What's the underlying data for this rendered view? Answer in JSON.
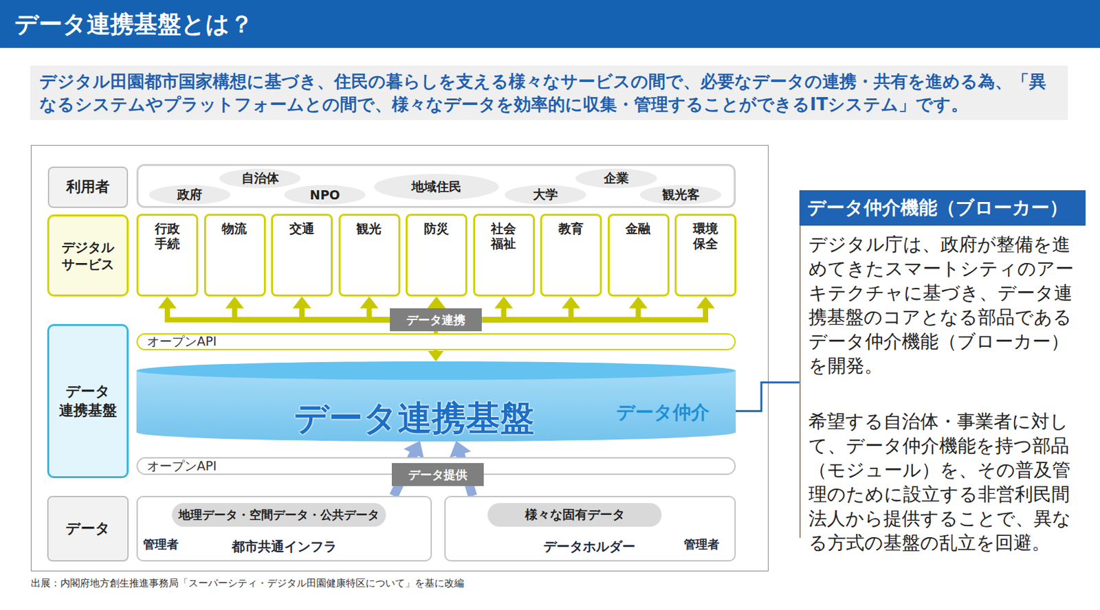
{
  "diagram": {
    "title": "データ連携基盤とは？",
    "caption": "出展：内閣府地方創生推進事務局「スーパーシティ・デジタル田園健康特区について」を基に改編",
    "nodes": [
      {
        "text": [
          "デジタル田園都市国家構想に基づき、住民の暮らしを支える様々なサービスの間で、必要なデータの連携・共有を進める為、「異なるシステムやプラットフォームとの間で、様々なデータを効率的に収集・管理することができるITシステム」です。"
        ]
      },
      {
        "text": [
          "利用者"
        ]
      },
      {
        "text": [
          "自治体"
        ]
      },
      {
        "text": [
          "政府"
        ]
      },
      {
        "text": [
          "NPO"
        ]
      },
      {
        "text": [
          "地域住民"
        ]
      },
      {
        "text": [
          "大学"
        ]
      },
      {
        "text": [
          "企業"
        ]
      },
      {
        "text": [
          "観光客"
        ]
      },
      {
        "text": [
          "デジタル サービス"
        ]
      },
      {
        "text": [
          "行政 手続"
        ]
      },
      {
        "text": [
          "物流"
        ]
      },
      {
        "text": [
          "交通"
        ]
      },
      {
        "text": [
          "観光"
        ]
      },
      {
        "text": [
          "防災"
        ]
      },
      {
        "text": [
          "社会 福祉"
        ]
      },
      {
        "text": [
          "教育"
        ]
      },
      {
        "text": [
          "金融"
        ]
      },
      {
        "text": [
          "環境 保全"
        ]
      },
      {
        "text": [
          "データ連携"
        ]
      },
      {
        "text": [
          "データ 連携基盤"
        ]
      },
      {
        "text": [
          "オープンAPI"
        ]
      },
      {
        "text": [
          "データ連携基盤",
          "データ仲介"
        ]
      },
      {
        "text": [
          "オープンAPI"
        ]
      },
      {
        "text": [
          "データ提供"
        ]
      },
      {
        "text": [
          "データ"
        ]
      },
      {
        "text": [
          "管理者",
          "都市共通インフラ"
        ]
      },
      {
        "text": [
          "地理データ・空間データ・公共データ"
        ],
        "in": 26
      },
      {
        "text": [
          "データホルダー",
          "管理者"
        ]
      },
      {
        "text": [
          "様々な固有データ"
        ],
        "in": 28
      },
      {
        "text": [
          "データ仲介機能（ブローカー）",
          "デジタル庁は、政府が整備を進めてきたスマートシティのアーキテクチャに基づき、データ連携基盤のコアとなる部品であるデータ仲介機能（ブローカー）を開発。",
          "希望する自治体・事業者に対して、データ仲介機能を持つ部品（モジュール）を、その普及管理のために設立する非営利民間法人から提供することで、異なる方式の基盤の乱立を回避。"
        ]
      }
    ],
    "edges": [
      {
        "from": 19,
        "to": 10,
        "arrow": "to"
      },
      {
        "from": 19,
        "to": 11,
        "arrow": "to"
      },
      {
        "from": 19,
        "to": 12,
        "arrow": "to"
      },
      {
        "from": 19,
        "to": 13,
        "arrow": "to"
      },
      {
        "from": 19,
        "to": 14,
        "arrow": "to"
      },
      {
        "from": 19,
        "to": 15,
        "arrow": "to"
      },
      {
        "from": 19,
        "to": 16,
        "arrow": "to"
      },
      {
        "from": 19,
        "to": 17,
        "arrow": "to"
      },
      {
        "from": 19,
        "to": 18,
        "arrow": "to"
      },
      {
        "from": 19,
        "to": 22,
        "arrow": "to"
      },
      {
        "from": 26,
        "to": 22,
        "arrow": "to"
      },
      {
        "from": 28,
        "to": 22,
        "arrow": "to"
      },
      {
        "from": 22,
        "to": 30,
        "arrow": "none"
      }
    ]
  }
}
